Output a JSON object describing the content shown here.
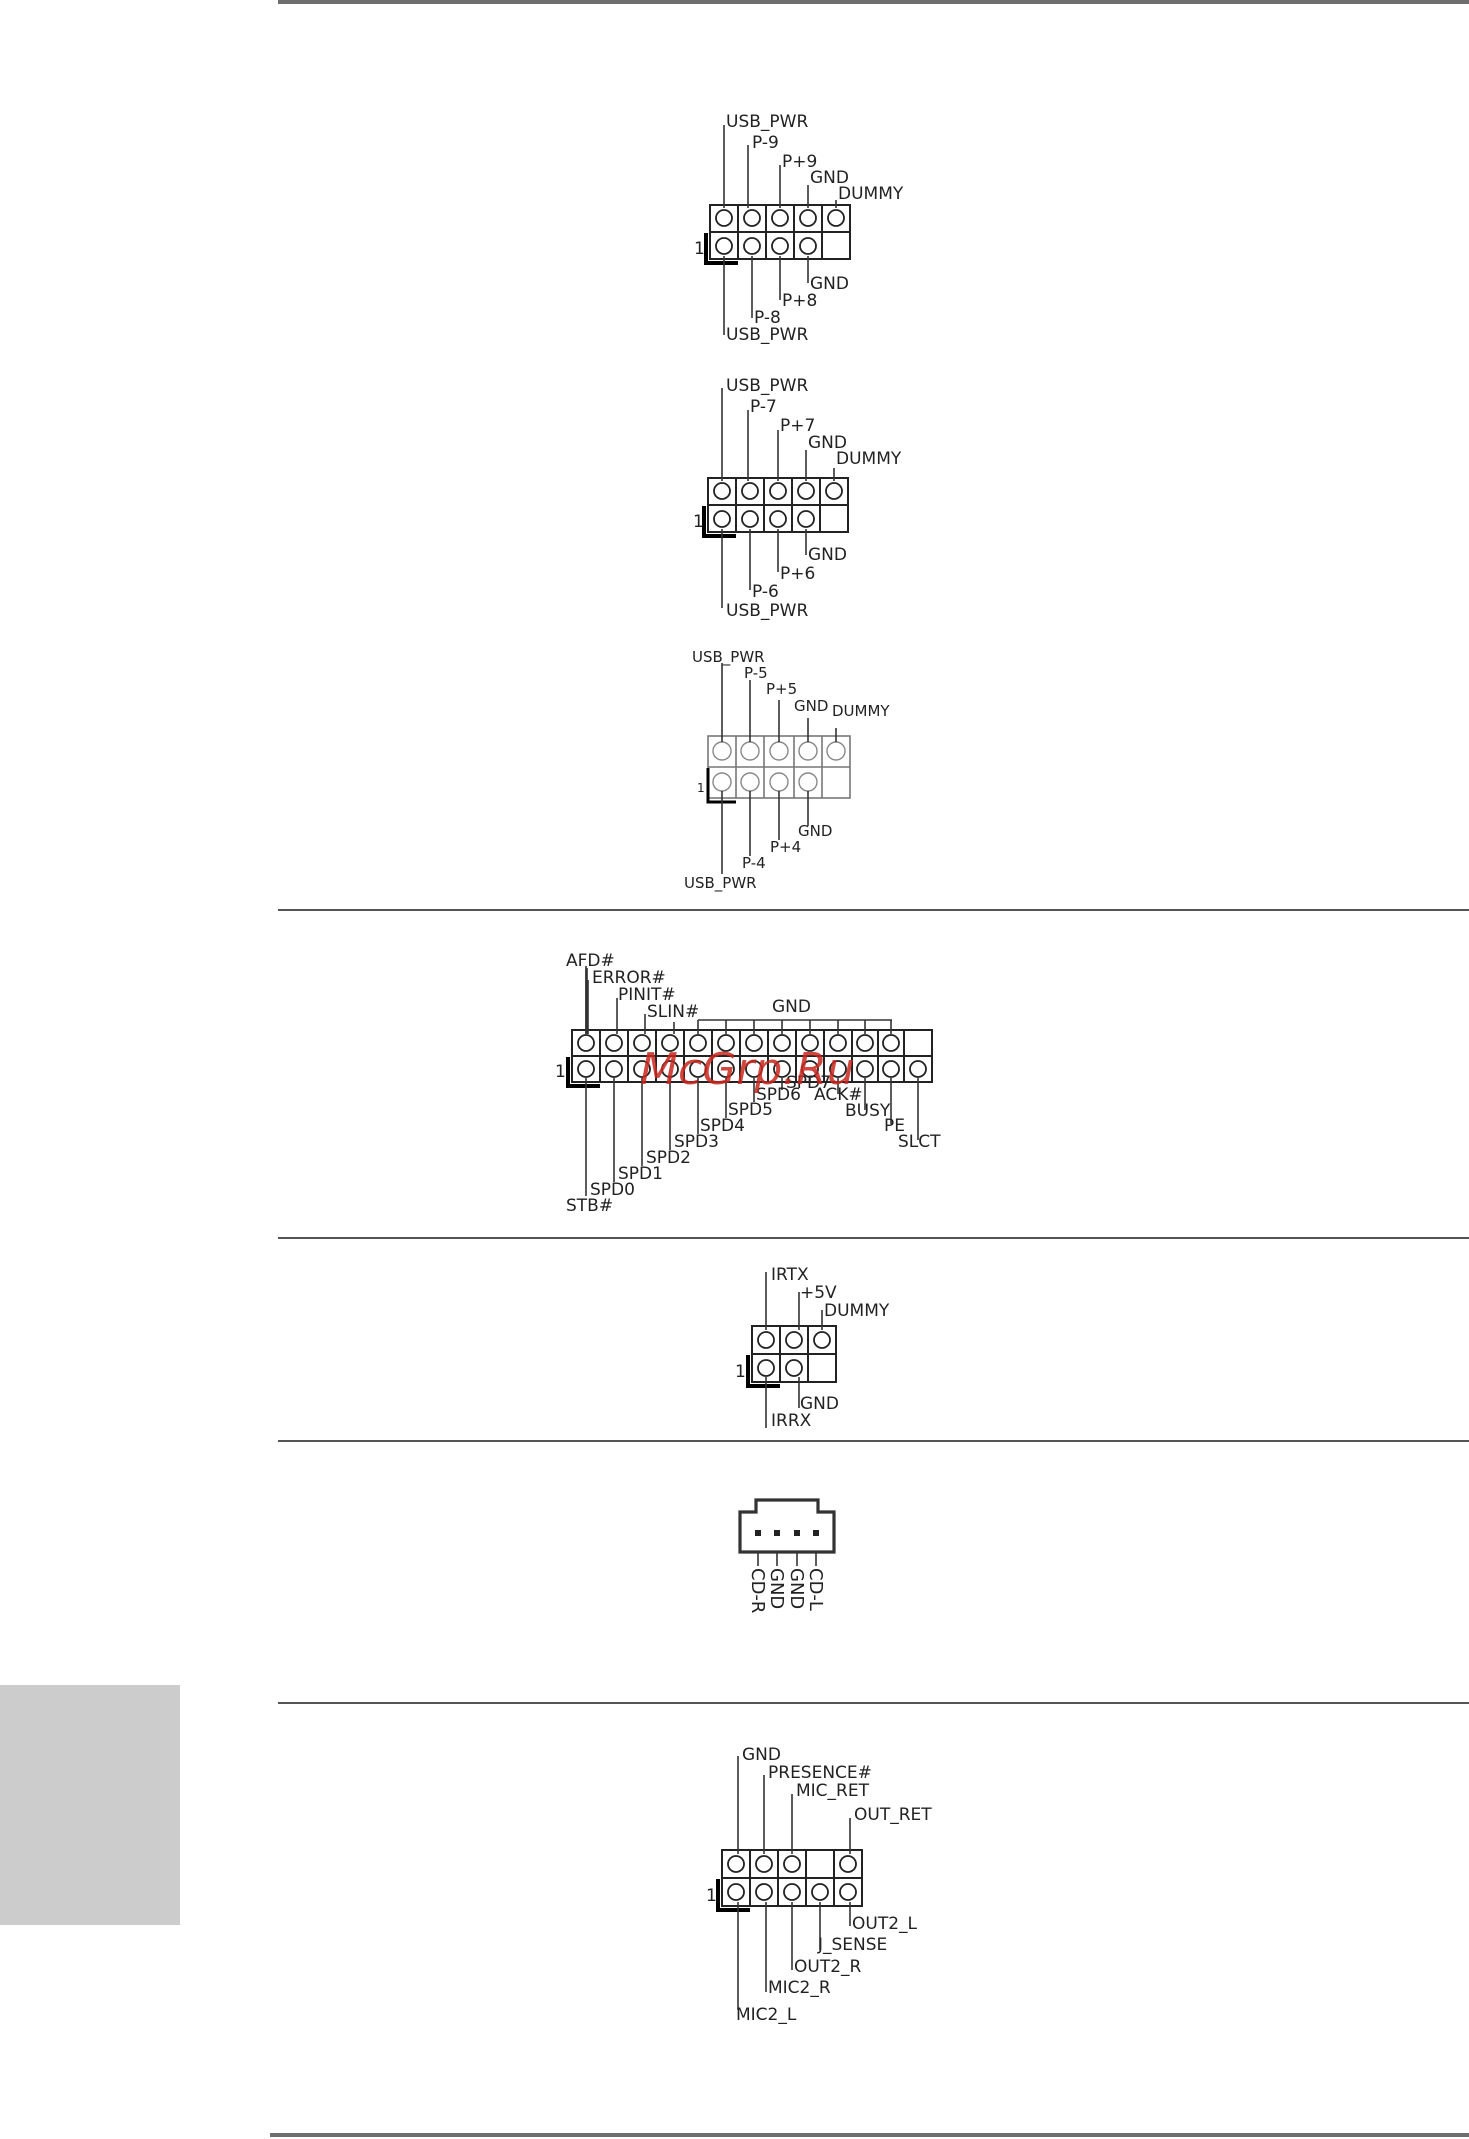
{
  "watermark": "McGrp.Ru",
  "usb_header_1": {
    "pin1": "1",
    "top": [
      "USB_PWR",
      "P-9",
      "P+9",
      "GND",
      "DUMMY"
    ],
    "bottom": [
      "USB_PWR",
      "P-8",
      "P+8",
      "GND"
    ]
  },
  "usb_header_2": {
    "pin1": "1",
    "top": [
      "USB_PWR",
      "P-7",
      "P+7",
      "GND",
      "DUMMY"
    ],
    "bottom": [
      "USB_PWR",
      "P-6",
      "P+6",
      "GND"
    ]
  },
  "usb_header_3": {
    "pin1": "1",
    "top": [
      "USB_PWR",
      "P-5",
      "P+5",
      "GND",
      "DUMMY"
    ],
    "bottom": [
      "USB_PWR",
      "P-4",
      "P+4",
      "GND"
    ]
  },
  "print_port": {
    "pin1": "1",
    "top": [
      "AFD#",
      "ERROR#",
      "PINIT#",
      "SLIN#",
      "GND"
    ],
    "bottom": [
      "STB#",
      "SPD0",
      "SPD1",
      "SPD2",
      "SPD3",
      "SPD4",
      "SPD5",
      "SPD6",
      "SPD7",
      "ACK#",
      "BUSY",
      "PE",
      "SLCT"
    ]
  },
  "ir_header": {
    "pin1": "1",
    "top": [
      "IRTX",
      "+5V",
      "DUMMY"
    ],
    "bottom": [
      "IRRX",
      "GND"
    ]
  },
  "cd_in": {
    "pins": [
      "CD-R",
      "GND",
      "GND",
      "CD-L"
    ]
  },
  "audio_header": {
    "pin1": "1",
    "top": [
      "GND",
      "PRESENCE#",
      "MIC_RET",
      "OUT_RET"
    ],
    "bottom": [
      "MIC2_L",
      "MIC2_R",
      "OUT2_R",
      "J_SENSE",
      "OUT2_L"
    ]
  }
}
